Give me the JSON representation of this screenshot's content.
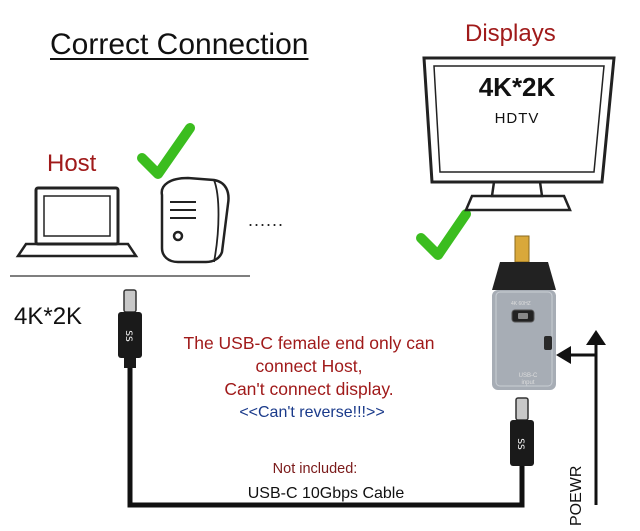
{
  "title": "Correct Connection",
  "displays_label": "Displays",
  "host_label": "Host",
  "monitor": {
    "resolution": "4K*2K",
    "subtitle": "HDTV"
  },
  "source_resolution": "4K*2K",
  "more_hosts": "......",
  "message": {
    "line1": "The USB-C female end only can",
    "line2": "connect Host,",
    "line3": "Can't connect display."
  },
  "reverse_warning": "<<Can't reverse!!!>>",
  "not_included": "Not included:",
  "cable_label": "USB-C 10Gbps Cable",
  "power_label": "POEWR",
  "adapter": {
    "port_label": "4K 60HZ",
    "input_line1": "USB-C",
    "input_line2": "input"
  },
  "colors": {
    "accent_red": "#a01a1a",
    "note_blue": "#1a3a8a",
    "check_green": "#3bbd1f",
    "adapter_gray": "#a7adb5"
  },
  "icons": [
    "check-icon",
    "laptop-icon",
    "desktop-tower-icon",
    "monitor-icon",
    "usb-c-adapter-icon",
    "power-arrow-icon"
  ]
}
